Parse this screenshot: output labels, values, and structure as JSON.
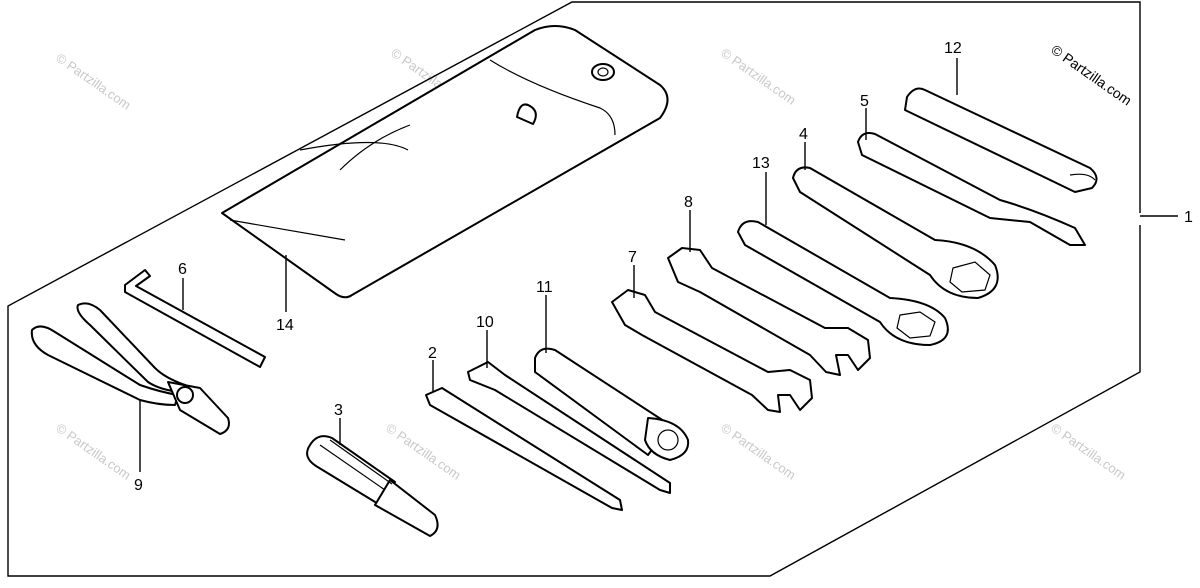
{
  "copyright": "© Partzilla.com",
  "watermark": "© Partzilla.com",
  "callouts": {
    "c1": "1",
    "c2": "2",
    "c3": "3",
    "c4": "4",
    "c5": "5",
    "c6": "6",
    "c7": "7",
    "c8": "8",
    "c9": "9",
    "c10": "10",
    "c11": "11",
    "c12": "12",
    "c13": "13",
    "c14": "14"
  },
  "colors": {
    "line": "#000000",
    "watermark": "#c8c8c8",
    "background": "#ffffff"
  }
}
